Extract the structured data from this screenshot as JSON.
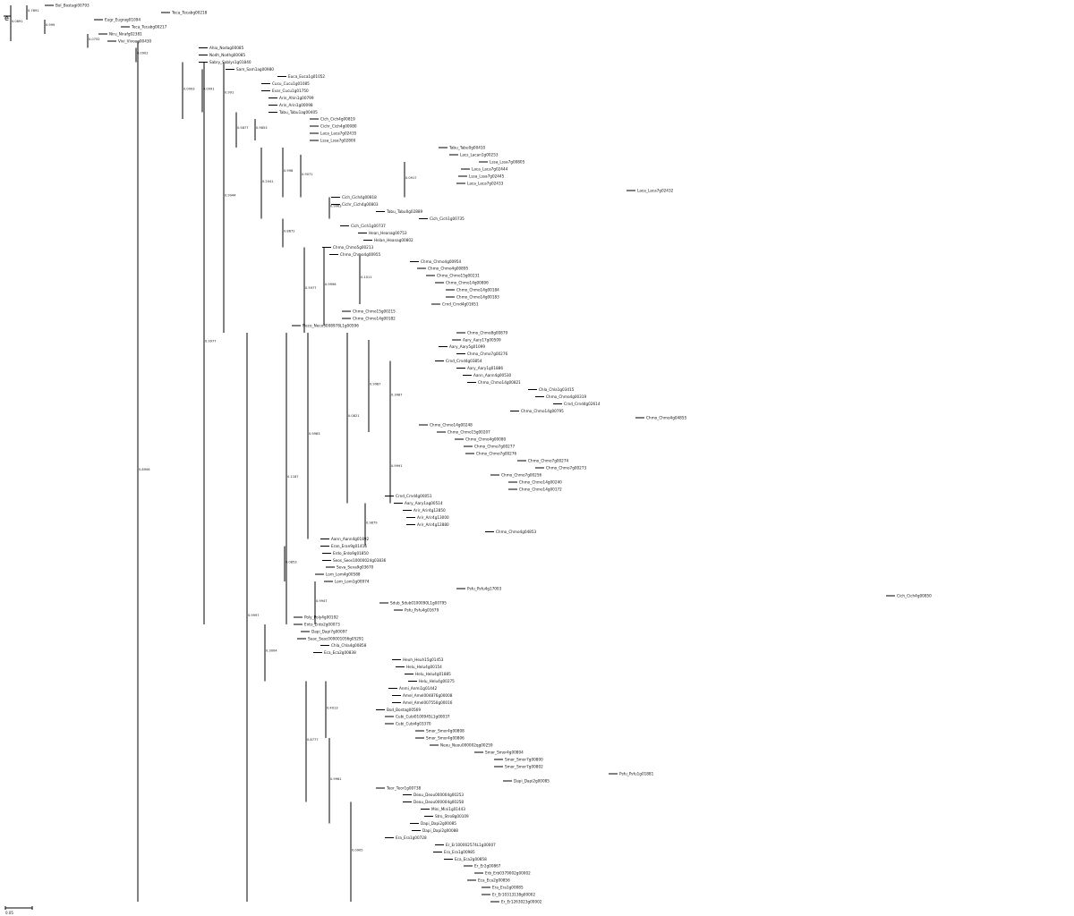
{
  "diagram": {
    "type": "phylogenetic-tree",
    "orientation": "rectangular-left-to-right",
    "colors": {
      "edge": "#000000",
      "text": "#111111",
      "background": "#ffffff"
    },
    "root_symbol": "e",
    "scale_bar_label": "0.05",
    "tips": [
      "Bol_Bostagi00793",
      "Teca_Tecabg00218",
      "Eugr_Eugrag01094",
      "Teca_Tecabg00217",
      "Niru_Nirafg02381",
      "Vivi_Vivoag00430",
      "Ahio_Nodag00085",
      "Nodh_Nodhg00085",
      "Sabry_Sablys1g01840",
      "Sam_Sam1ag00980",
      "Euca_Euca1g01052",
      "Cucu_Cucu1g01085",
      "Evar_Cucu1g01750",
      "Arin_Ahin1g00799",
      "Arin_Arin1g00098",
      "Tabu_Tabu1ag00405",
      "Cich_Cich4g00819",
      "Cichr_Cich4g00080",
      "Laca_Laca7g02435",
      "Lssa_Lssa7g02800",
      "Tabu_Tabu0g00410",
      "Lacs_Lacan1g00253",
      "Lssa_Lssa7g00805",
      "Laca_Laca7g02444",
      "Lssa_Lssa7g02445",
      "Laca_Laca7g02433",
      "Laca_Laca7g02432",
      "Cich_Cich4g00818",
      "Cichr_Cich4g00803",
      "Tabu_Tabu0g02889",
      "Cich_Cich1g00735",
      "Cich_Cich1g00737",
      "Hean_Heanag00753",
      "Helan_Heanag00802",
      "Chmo_Chmo5g00213",
      "Chmo_Chmo4g00955",
      "Chmo_Chmo4g00954",
      "Chmo_Chmo4g00895",
      "Chmo_Chmo15g00231",
      "Chmo_Chmo14g00806",
      "Chmo_Chmo14g00184",
      "Chmo_Chmo14g00183",
      "Crnd_Crnd4g01651",
      "Chmo_Chmo15g00215",
      "Chmo_Chmo14g00182",
      "Neco_Neco3008978L1g00596",
      "Chmo_Chmo8g00879",
      "Aary_Aary17g00509",
      "Aary_Aary5g01099",
      "Chmo_Chmo7g00276",
      "Crnd_Crnd4g03854",
      "Aary_Aary1g01886",
      "Aann_Aann4g00530",
      "Chmo_Chmo14g00821",
      "Chla_Chla1g03415",
      "Chmo_Chmo4g00319",
      "Crnd_Crnd4g02614",
      "Chmo_Chmo14g00795",
      "Chmo_Chmo4g04855",
      "Chmo_Chmo14g00248",
      "Chmo_Chmo15g00207",
      "Chmo_Chmo4g00080",
      "Chmo_Chmo7g00277",
      "Chmo_Chmo7g00276",
      "Chmo_Chmo7g00274",
      "Chmo_Chmo7g00273",
      "Chmo_Chmo7g00256",
      "Chmo_Chmo14g00240",
      "Chmo_Chmo14g00172",
      "Crnd_Crnd4g00051",
      "Aary_Aary1ag00514",
      "Arir_Arir4g12850",
      "Arir_Arir4g13000",
      "Arir_Arir4g12880",
      "Chmo_Chmo4g04853",
      "Aann_Aann4g01892",
      "Eran_Eran9g01416",
      "Erdo_Erdo9g01850",
      "Seos_Seos10000024g03836",
      "Seva_Seva9g03670",
      "Lom_Lom4g00588",
      "Lom_Lom1g00974",
      "Psfu_Psfu4g17003",
      "Cich_Cich4g00850",
      "Sdub_Sdub0100090L1g00795",
      "Psfu_Psfu4g01679",
      "Poly_Poly4g00192",
      "Ento_Ento2g00073",
      "Dapi_Dapi7g00097",
      "Seac_Seac000001056g05291",
      "Chla_Chla4g00858",
      "Eca_Eca2g00838",
      "Heuh_Heuh15g01453",
      "Helu_Helu4g00154",
      "Helu_Helu4g01885",
      "Helu_Helu4g00275",
      "Anmi_Anmi1g01442",
      "Amel_Amel004876g00008",
      "Amel_Amel007550g00016",
      "Bod_Bostag00569",
      "Cubi_Cubi0100945L1g00037",
      "Cubi_Cubi4g03370",
      "Smor_Smor4g00808",
      "Smor_Smor4g00806",
      "Neou_Neou000002qg00259",
      "Smor_Smor4g00804",
      "Smor_Smor7g00800",
      "Smor_Smor7g00802",
      "Psfu_Psfu1g01881",
      "Dapi_Dapi2g00085",
      "Teor_Teor1g00738",
      "Deou_Deou000004g00253",
      "Deou_Deou000004g00258",
      "Mini_Mini1g01443",
      "Stro_Stro8g00109",
      "Dapi_Dapi2g00085",
      "Dapi_Dapi2g00088",
      "Era_Era1g00728",
      "Er_Er100002574L1g00007",
      "Era_Era1g00985",
      "Eca_Eca2g00858",
      "Er_Er2g00867",
      "Erb_Erb0379002g00002",
      "Eca_Eca2g00856",
      "Era_Era1g00085",
      "Er_Er10313138g00002",
      "Er_Er1263023g00002"
    ],
    "support_values": [
      "0.0891",
      "0.7691",
      "0.999",
      "0.0752",
      "0.0902",
      "0.0993",
      "0.0991",
      "0.991",
      "0.5877",
      "0.9853",
      "0.2041",
      "0.998",
      "0.9071",
      "0.0917",
      "0.9963",
      "0.8872",
      "0.5977",
      "0.9996",
      "0.1011",
      "0.9983",
      "0.0821",
      "0.9987",
      "0.3987",
      "0.9991",
      "0.9879",
      "0.0853",
      "0.9947",
      "0.1187",
      "0.3004",
      "0.4013",
      "0.8777",
      "0.9961",
      "0.0905",
      "0.9944",
      "0.9977",
      "0.9997",
      "0.8906",
      "0.5977",
      "0.9099",
      "0.0907"
    ]
  }
}
